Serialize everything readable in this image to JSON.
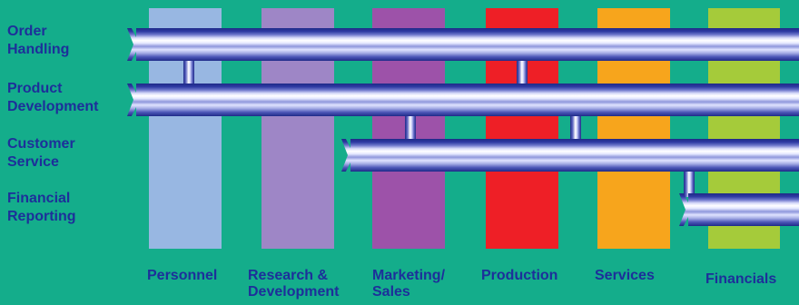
{
  "rows": [
    {
      "label": "Order\nHandling"
    },
    {
      "label": "Product\nDevelopment"
    },
    {
      "label": "Customer\nService"
    },
    {
      "label": "Financial\nReporting"
    }
  ],
  "departments": [
    {
      "label": "Personnel",
      "color": "#98b7e2"
    },
    {
      "label": "Research &\nDevelopment",
      "color": "#9e86c6"
    },
    {
      "label": "Marketing/\nSales",
      "color": "#9d52a9"
    },
    {
      "label": "Production",
      "color": "#ee1f26"
    },
    {
      "label": "Services",
      "color": "#f7a51c"
    },
    {
      "label": "Financials",
      "color": "#a5cb3a"
    }
  ]
}
